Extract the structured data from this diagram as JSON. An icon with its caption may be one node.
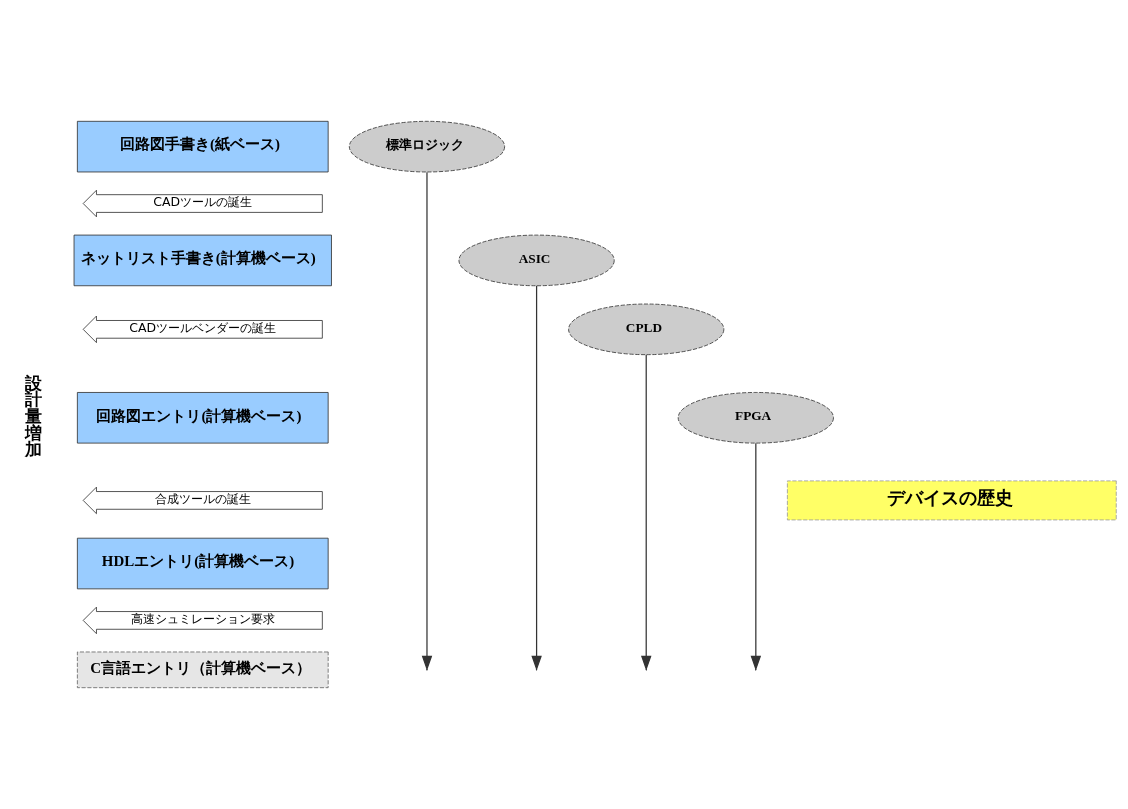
{
  "diagram": {
    "nodes": [
      {
        "text": [
          "回路図手書き(紙ベース)"
        ]
      },
      {
        "text": [
          "CADツールの誕生"
        ]
      },
      {
        "text": [
          "ネットリスト手書き(計算機ベース)"
        ]
      },
      {
        "text": [
          "CADツールベンダーの誕生"
        ]
      },
      {
        "text": [
          "回路図エントリ(計算機ベース)"
        ]
      },
      {
        "text": [
          "合成ツールの誕生"
        ]
      },
      {
        "text": [
          "HDLエントリ(計算機ベース)"
        ]
      },
      {
        "text": [
          "高速シュミレーション要求"
        ]
      },
      {
        "text": [
          "C言語エントリ（計算機ベース）"
        ]
      },
      {
        "text": [
          "標準ロジック"
        ]
      },
      {
        "text": [
          "ASIC"
        ]
      },
      {
        "text": [
          "CPLD"
        ]
      },
      {
        "text": [
          "FPGA"
        ]
      },
      {
        "text": [
          "デバイスの歴史"
        ]
      }
    ],
    "edges": [
      {
        "from": 9,
        "to": null,
        "arrow": "to"
      },
      {
        "from": 10,
        "to": null,
        "arrow": "to"
      },
      {
        "from": 11,
        "to": null,
        "arrow": "to"
      },
      {
        "from": 12,
        "to": null,
        "arrow": "to"
      }
    ],
    "labels": [
      "設計量増加"
    ]
  }
}
